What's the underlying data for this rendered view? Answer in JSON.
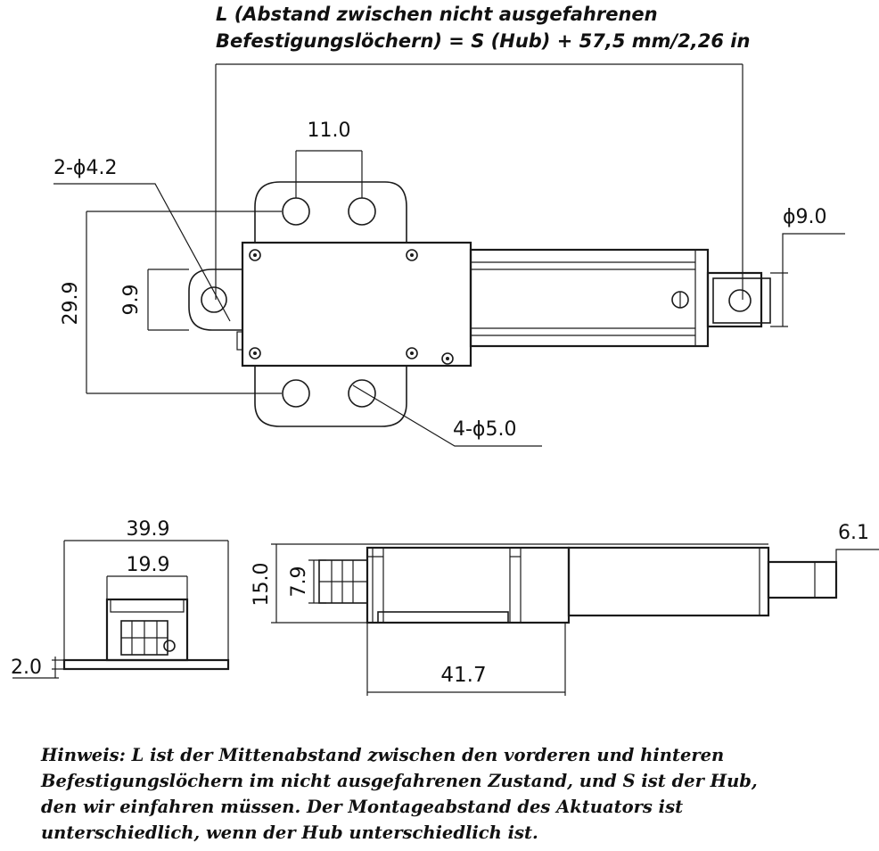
{
  "header": {
    "line1": "L (Abstand zwischen nicht ausgefahrenen",
    "line2": "Befestigungslöchern) = S (Hub) + 57,5 mm/2,26 in"
  },
  "top_view": {
    "dim_hole_spacing": "11.0",
    "dim_rear_hole": "2-ϕ4.2",
    "dim_rod_end": "ϕ9.0",
    "dim_height": "29.9",
    "dim_rear_tab": "9.9",
    "dim_mount_holes": "4-ϕ5.0"
  },
  "end_view": {
    "dim_width": "39.9",
    "dim_inner_width": "19.9",
    "dim_plate_thickness": "2.0"
  },
  "side_view": {
    "dim_height": "15.0",
    "dim_tab": "7.9",
    "dim_rod": "6.1",
    "dim_body_length": "41.7"
  },
  "note": {
    "line1": "Hinweis: L ist der Mittenabstand zwischen den vorderen und hinteren",
    "line2": "Befestigungslöchern im nicht ausgefahrenen Zustand, und S ist der Hub,",
    "line3": "den wir einfahren müssen. Der Montageabstand des Aktuators ist",
    "line4": "unterschiedlich, wenn der Hub unterschiedlich ist."
  }
}
